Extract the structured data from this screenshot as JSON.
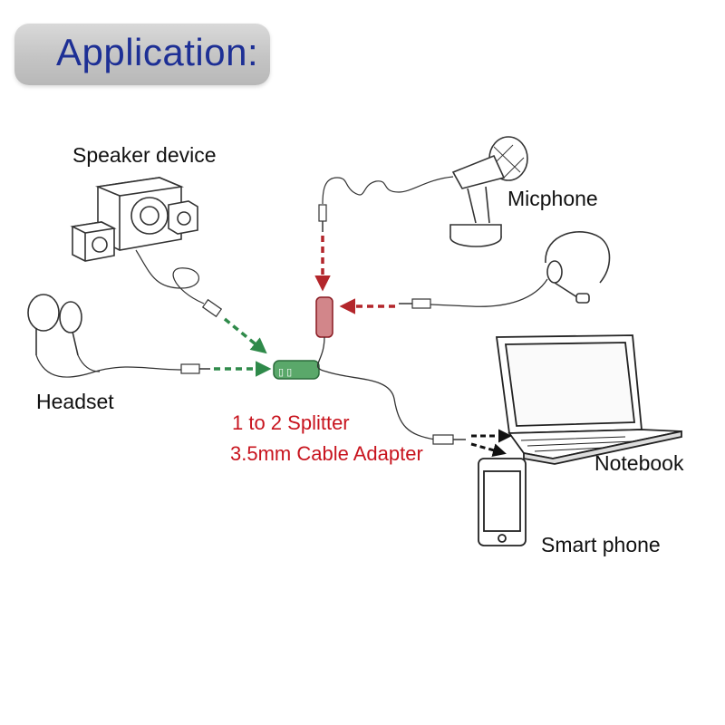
{
  "title": "Application:",
  "devices": {
    "speaker": "Speaker device",
    "microphone": "Micphone",
    "headset": "Headset",
    "notebook": "Notebook",
    "smartphone": "Smart phone"
  },
  "splitter": {
    "line1": "1 to 2 Splitter",
    "line2": "3.5mm Cable Adapter"
  },
  "colors": {
    "title_text": "#1d2f95",
    "splitter_label": "#c8141e",
    "input_arrows": "#2f8a4a",
    "mic_arrows": "#b3262b",
    "output_arrows": "#111111"
  }
}
